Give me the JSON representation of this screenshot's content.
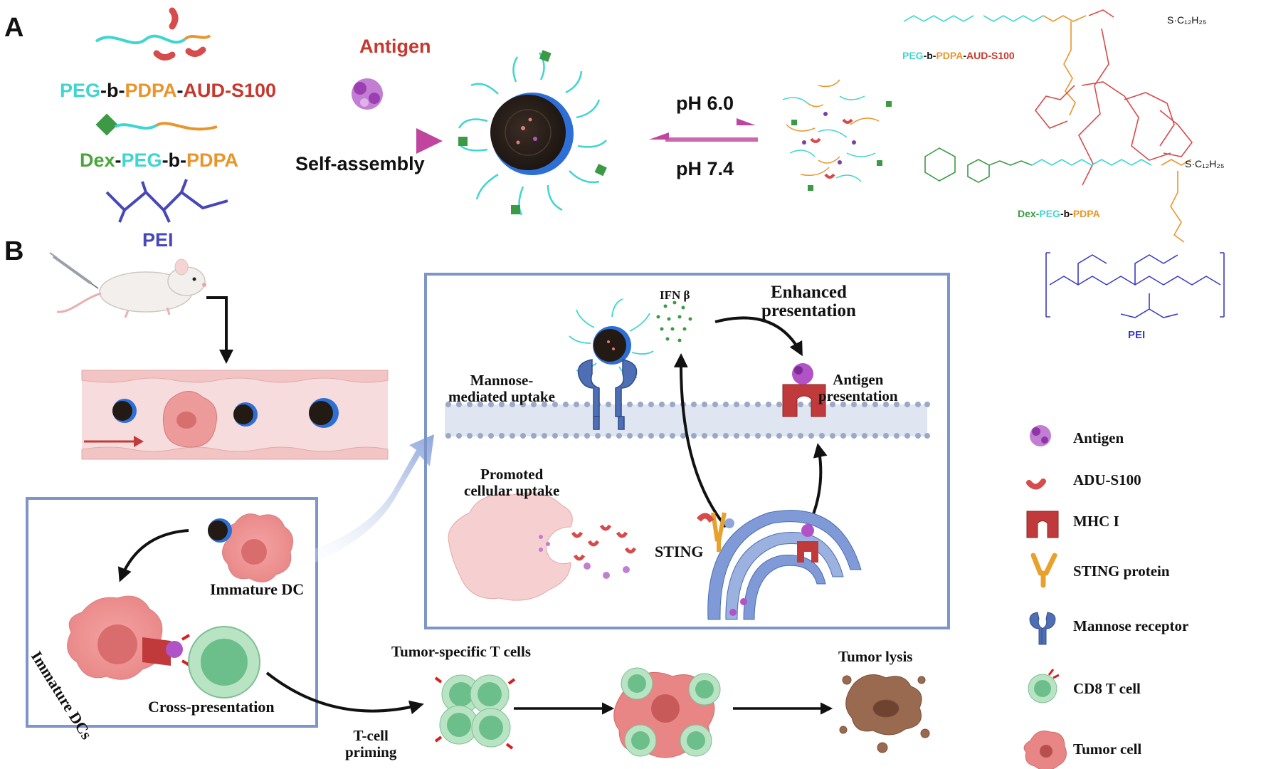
{
  "panel_a": {
    "letter": "A",
    "polymers": {
      "p1": {
        "peg": "PEG",
        "dash1": "-b-",
        "pdpa": "PDPA",
        "dash2": "-",
        "aud": "AUD-S100"
      },
      "p2": {
        "dex": "Dex",
        "dash1": "-",
        "peg": "PEG",
        "dash2": "-b-",
        "pdpa": "PDPA"
      },
      "p3": {
        "pei": "PEI"
      }
    },
    "antigen_label": "Antigen",
    "self_assembly_label": "Self-assembly",
    "ph_forward": "pH 6.0",
    "ph_reverse": "pH 7.4",
    "structures": {
      "s1_name": {
        "peg": "PEG",
        "b1": "-b-",
        "pdpa": "PDPA",
        "d": "-",
        "aud": "AUD-S100"
      },
      "s1_group": "S·C₁₂H₂₅",
      "s2_name": {
        "dex": "Dex-",
        "peg": "PEG",
        "b": "-b-",
        "pdpa": "PDPA"
      },
      "s2_group": "S·C₁₂H₂₅",
      "s3_name": "PEI"
    }
  },
  "panel_b": {
    "letter": "B",
    "mannose_uptake": "Mannose-\nmediated uptake",
    "ifn": "IFN β",
    "enhanced": "Enhanced\npresentation",
    "antigen_presentation": "Antigen\npresentation",
    "promoted_uptake": "Promoted\ncellular uptake",
    "sting": "STING",
    "immature_dc": "Immature DC",
    "immature_dcs": "Immature DCs",
    "cross_presentation": "Cross-presentation",
    "tumor_specific": "Tumor-specific T cells",
    "t_cell_priming": "T-cell\npriming",
    "tumor_lysis": "Tumor lysis"
  },
  "legend": [
    {
      "icon": "antigen-icon",
      "label": "Antigen"
    },
    {
      "icon": "adu-s100-icon",
      "label": "ADU-S100"
    },
    {
      "icon": "mhc-i-icon",
      "label": "MHC I"
    },
    {
      "icon": "sting-protein-icon",
      "label": "STING protein"
    },
    {
      "icon": "mannose-receptor-icon",
      "label": "Mannose receptor"
    },
    {
      "icon": "cd8-t-cell-icon",
      "label": "CD8 T cell"
    },
    {
      "icon": "tumor-cell-icon",
      "label": "Tumor cell"
    }
  ],
  "colors": {
    "peg": "#3fd5d0",
    "pdpa": "#e8962c",
    "aud": "#c8372d",
    "dex": "#4aa53a",
    "pei": "#4747b8",
    "antigen": "#b252c7",
    "nanoparticle_shell": "#2e6fd6",
    "box_border": "#7d95c9",
    "arrow_magenta": "#c0459e",
    "tumor": "#e07d7d",
    "tcell": "#6cbf8a"
  }
}
